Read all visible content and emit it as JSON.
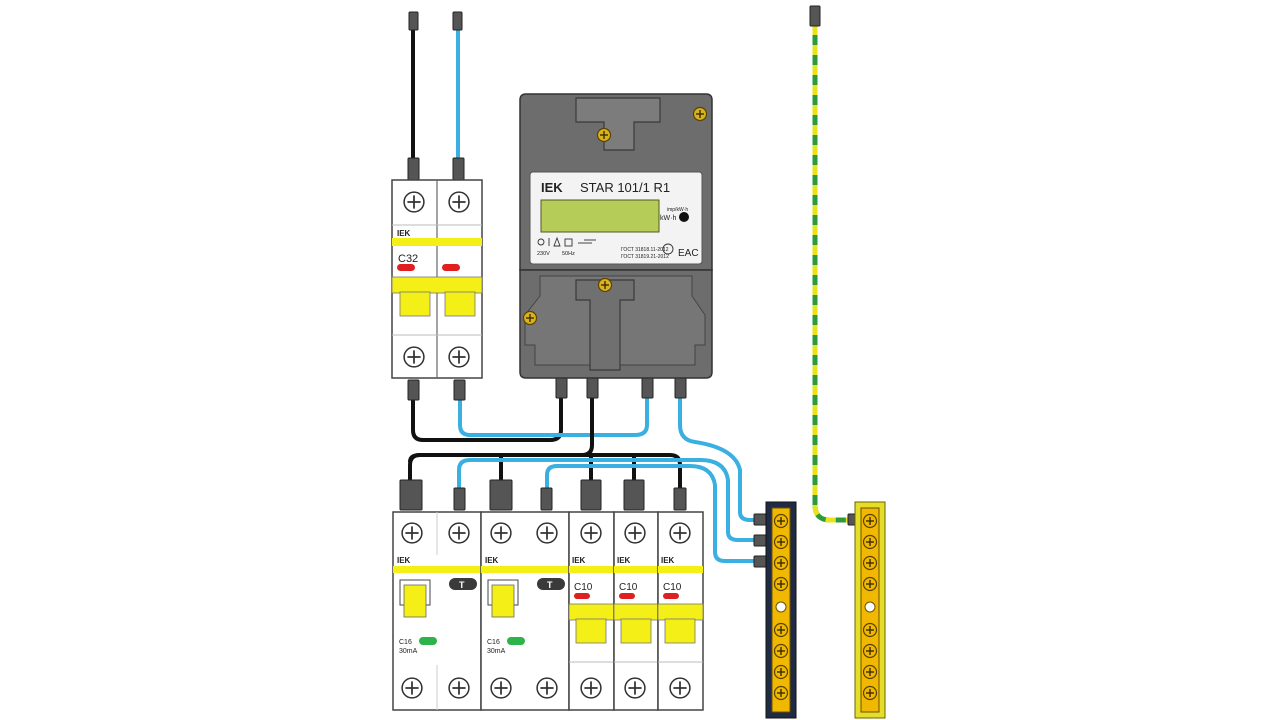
{
  "colors": {
    "phase": "#111111",
    "neutral": "#3ab0e2",
    "earth_green": "#2f9a3c",
    "earth_yellow": "#e8e41a",
    "breaker_body": "#ffffff",
    "breaker_yellow": "#f3ef17",
    "meter_body": "#6d6d6d",
    "meter_face": "#f3f3f3",
    "meter_lcd": "#b5cc58",
    "neutral_bus_base": "#1f2a44",
    "bus_brass": "#f0b800",
    "earth_bus_base": "#e6dd2a",
    "indicator_red": "#e02020",
    "indicator_green": "#2cb34a"
  },
  "main_breaker": {
    "brand": "IEK",
    "rating": "C32"
  },
  "meter": {
    "brand": "IEK",
    "model": "STAR 101/1 R1",
    "unit_label": "kW·h",
    "imp_label": "imp/kW·h",
    "voltage": "230V",
    "frequency": "50Hz",
    "standard_1": "ГОСТ 31818.11-2012",
    "standard_2": "ГОСТ 31819.21-2012",
    "cert_mark": "EAC"
  },
  "rcbos": [
    {
      "brand": "IEK",
      "rating": "C16",
      "residual": "30mA",
      "test_label": "T"
    },
    {
      "brand": "IEK",
      "rating": "C16",
      "residual": "30mA",
      "test_label": "T"
    }
  ],
  "branch_breakers": [
    {
      "brand": "IEK",
      "rating": "C10"
    },
    {
      "brand": "IEK",
      "rating": "C10"
    },
    {
      "brand": "IEK",
      "rating": "C10"
    }
  ]
}
